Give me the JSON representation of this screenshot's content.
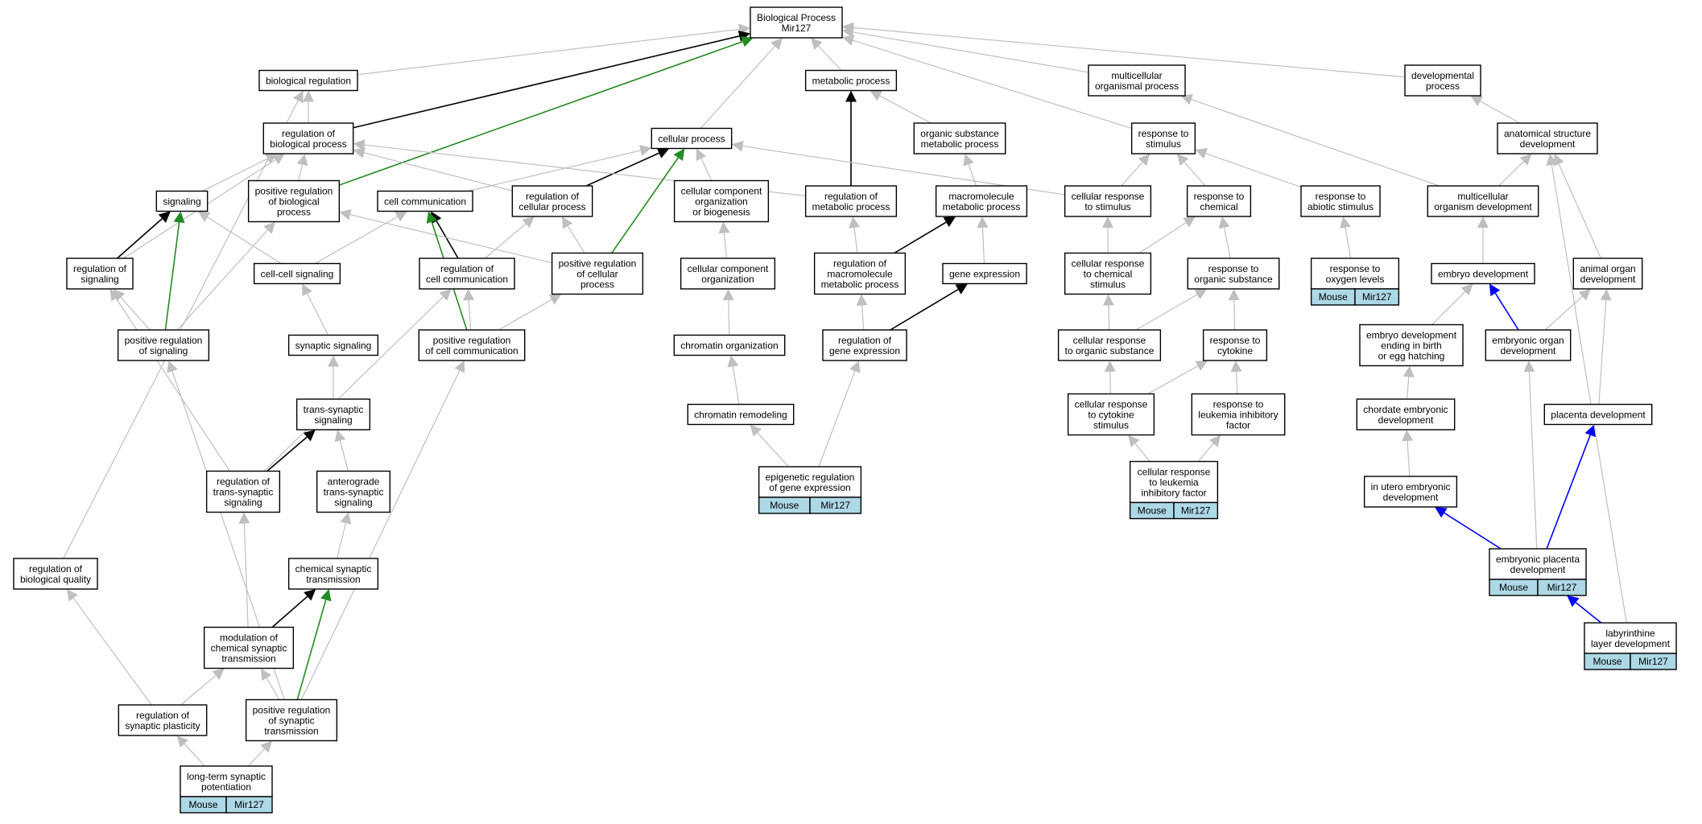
{
  "diagram": {
    "colors": {
      "gray": "#bfbfbf",
      "black": "#000000",
      "green": "#228b22",
      "blue": "#0000ff",
      "annotation_fill": "#add8e6"
    },
    "nodes": [
      {
        "id": "bp",
        "lines": [
          "Biological Process",
          "Mir127"
        ]
      },
      {
        "id": "bio_reg",
        "lines": [
          "biological regulation"
        ]
      },
      {
        "id": "metab",
        "lines": [
          "metabolic process"
        ]
      },
      {
        "id": "multi_org",
        "lines": [
          "multicellular",
          "organismal process"
        ]
      },
      {
        "id": "dev_proc",
        "lines": [
          "developmental",
          "process"
        ]
      },
      {
        "id": "reg_bio",
        "lines": [
          "regulation of",
          "biological process"
        ]
      },
      {
        "id": "cell_proc",
        "lines": [
          "cellular process"
        ]
      },
      {
        "id": "org_sub_met",
        "lines": [
          "organic substance",
          "metabolic process"
        ]
      },
      {
        "id": "resp_stim",
        "lines": [
          "response to",
          "stimulus"
        ]
      },
      {
        "id": "anat_dev",
        "lines": [
          "anatomical structure",
          "development"
        ]
      },
      {
        "id": "signaling",
        "lines": [
          "signaling"
        ]
      },
      {
        "id": "pos_reg_bio",
        "lines": [
          "positive regulation",
          "of biological",
          "process"
        ]
      },
      {
        "id": "cell_comm",
        "lines": [
          "cell communication"
        ]
      },
      {
        "id": "reg_cell_proc",
        "lines": [
          "regulation of",
          "cellular process"
        ]
      },
      {
        "id": "ccob",
        "lines": [
          "cellular component",
          "organization",
          "or biogenesis"
        ]
      },
      {
        "id": "reg_met",
        "lines": [
          "regulation of",
          "metabolic process"
        ]
      },
      {
        "id": "macro_met",
        "lines": [
          "macromolecule",
          "metabolic process"
        ]
      },
      {
        "id": "cell_resp_stim",
        "lines": [
          "cellular response",
          "to stimulus"
        ]
      },
      {
        "id": "resp_chem",
        "lines": [
          "response to",
          "chemical"
        ]
      },
      {
        "id": "resp_abiotic",
        "lines": [
          "response to",
          "abiotic stimulus"
        ]
      },
      {
        "id": "multi_org_dev",
        "lines": [
          "multicellular",
          "organism development"
        ]
      },
      {
        "id": "reg_sig",
        "lines": [
          "regulation of",
          "signaling"
        ]
      },
      {
        "id": "cc_sig",
        "lines": [
          "cell-cell signaling"
        ]
      },
      {
        "id": "reg_cc",
        "lines": [
          "regulation of",
          "cell communication"
        ]
      },
      {
        "id": "pos_reg_cell",
        "lines": [
          "positive regulation",
          "of cellular",
          "process"
        ]
      },
      {
        "id": "cco",
        "lines": [
          "cellular component",
          "organization"
        ]
      },
      {
        "id": "reg_macro",
        "lines": [
          "regulation of",
          "macromolecule",
          "metabolic process"
        ]
      },
      {
        "id": "gene_exp",
        "lines": [
          "gene expression"
        ]
      },
      {
        "id": "cell_resp_chem",
        "lines": [
          "cellular response",
          "to chemical",
          "stimulus"
        ]
      },
      {
        "id": "resp_org_sub",
        "lines": [
          "response to",
          "organic substance"
        ]
      },
      {
        "id": "resp_oxy",
        "lines": [
          "response to",
          "oxygen levels"
        ],
        "annot": [
          "Mouse",
          "Mir127"
        ]
      },
      {
        "id": "embryo_dev",
        "lines": [
          "embryo development"
        ]
      },
      {
        "id": "animal_organ",
        "lines": [
          "animal organ",
          "development"
        ]
      },
      {
        "id": "pos_reg_sig",
        "lines": [
          "positive regulation",
          "of signaling"
        ]
      },
      {
        "id": "syn_sig",
        "lines": [
          "synaptic signaling"
        ]
      },
      {
        "id": "pos_reg_cc",
        "lines": [
          "positive regulation",
          "of cell communication"
        ]
      },
      {
        "id": "chrom_org",
        "lines": [
          "chromatin organization"
        ]
      },
      {
        "id": "reg_gene_exp",
        "lines": [
          "regulation of",
          "gene expression"
        ]
      },
      {
        "id": "cell_resp_org",
        "lines": [
          "cellular response",
          "to organic substance"
        ]
      },
      {
        "id": "resp_cyto",
        "lines": [
          "response to",
          "cytokine"
        ]
      },
      {
        "id": "emb_dev_birth",
        "lines": [
          "embryo development",
          "ending in birth",
          "or egg hatching"
        ]
      },
      {
        "id": "emb_organ",
        "lines": [
          "embryonic organ",
          "development"
        ]
      },
      {
        "id": "trans_syn",
        "lines": [
          "trans-synaptic",
          "signaling"
        ]
      },
      {
        "id": "chrom_rem",
        "lines": [
          "chromatin remodeling"
        ]
      },
      {
        "id": "cell_resp_cyto",
        "lines": [
          "cellular response",
          "to cytokine",
          "stimulus"
        ]
      },
      {
        "id": "resp_lif",
        "lines": [
          "response to",
          "leukemia inhibitory",
          "factor"
        ]
      },
      {
        "id": "chordate_emb",
        "lines": [
          "chordate embryonic",
          "development"
        ]
      },
      {
        "id": "placenta_dev",
        "lines": [
          "placenta development"
        ]
      },
      {
        "id": "reg_trans_syn",
        "lines": [
          "regulation of",
          "trans-synaptic",
          "signaling"
        ]
      },
      {
        "id": "antero",
        "lines": [
          "anterograde",
          "trans-synaptic",
          "signaling"
        ]
      },
      {
        "id": "epi_reg",
        "lines": [
          "epigenetic regulation",
          "of gene expression"
        ],
        "annot": [
          "Mouse",
          "Mir127"
        ]
      },
      {
        "id": "cell_resp_lif",
        "lines": [
          "cellular response",
          "to leukemia",
          "inhibitory factor"
        ],
        "annot": [
          "Mouse",
          "Mir127"
        ]
      },
      {
        "id": "in_utero",
        "lines": [
          "in utero embryonic",
          "development"
        ]
      },
      {
        "id": "reg_bio_qual",
        "lines": [
          "regulation of",
          "biological quality"
        ]
      },
      {
        "id": "chem_syn",
        "lines": [
          "chemical synaptic",
          "transmission"
        ]
      },
      {
        "id": "emb_plac",
        "lines": [
          "embryonic placenta",
          "development"
        ],
        "annot": [
          "Mouse",
          "Mir127"
        ]
      },
      {
        "id": "mod_chem_syn",
        "lines": [
          "modulation of",
          "chemical synaptic",
          "transmission"
        ]
      },
      {
        "id": "laby",
        "lines": [
          "labyrinthine",
          "layer development"
        ],
        "annot": [
          "Mouse",
          "Mir127"
        ]
      },
      {
        "id": "reg_syn_plast",
        "lines": [
          "regulation of",
          "synaptic plasticity"
        ]
      },
      {
        "id": "pos_reg_syn",
        "lines": [
          "positive regulation",
          "of synaptic",
          "transmission"
        ]
      },
      {
        "id": "ltp",
        "lines": [
          "long-term synaptic",
          "potentiation"
        ],
        "annot": [
          "Mouse",
          "Mir127"
        ]
      }
    ],
    "edges": [
      {
        "from": "bio_reg",
        "to": "bp",
        "color": "gray"
      },
      {
        "from": "metab",
        "to": "bp",
        "color": "gray"
      },
      {
        "from": "multi_org",
        "to": "bp",
        "color": "gray"
      },
      {
        "from": "dev_proc",
        "to": "bp",
        "color": "gray"
      },
      {
        "from": "reg_bio",
        "to": "bio_reg",
        "color": "gray"
      },
      {
        "from": "reg_bio",
        "to": "bp",
        "color": "black"
      },
      {
        "from": "cell_proc",
        "to": "bp",
        "color": "gray"
      },
      {
        "from": "org_sub_met",
        "to": "metab",
        "color": "gray"
      },
      {
        "from": "resp_stim",
        "to": "bp",
        "color": "gray"
      },
      {
        "from": "anat_dev",
        "to": "dev_proc",
        "color": "gray"
      },
      {
        "from": "pos_reg_bio",
        "to": "bp",
        "color": "green"
      },
      {
        "from": "pos_reg_bio",
        "to": "reg_bio",
        "color": "gray"
      },
      {
        "from": "signaling",
        "to": "reg_bio",
        "color": "gray"
      },
      {
        "from": "cell_comm",
        "to": "cell_proc",
        "color": "gray"
      },
      {
        "from": "reg_cell_proc",
        "to": "reg_bio",
        "color": "gray"
      },
      {
        "from": "reg_cell_proc",
        "to": "cell_proc",
        "color": "black"
      },
      {
        "from": "ccob",
        "to": "cell_proc",
        "color": "gray"
      },
      {
        "from": "reg_met",
        "to": "reg_bio",
        "color": "gray"
      },
      {
        "from": "reg_met",
        "to": "metab",
        "color": "black"
      },
      {
        "from": "macro_met",
        "to": "org_sub_met",
        "color": "gray"
      },
      {
        "from": "cell_resp_stim",
        "to": "resp_stim",
        "color": "gray"
      },
      {
        "from": "cell_resp_stim",
        "to": "cell_proc",
        "color": "gray"
      },
      {
        "from": "resp_chem",
        "to": "resp_stim",
        "color": "gray"
      },
      {
        "from": "resp_abiotic",
        "to": "resp_stim",
        "color": "gray"
      },
      {
        "from": "multi_org_dev",
        "to": "multi_org",
        "color": "gray"
      },
      {
        "from": "multi_org_dev",
        "to": "anat_dev",
        "color": "gray"
      },
      {
        "from": "reg_sig",
        "to": "reg_bio",
        "color": "gray"
      },
      {
        "from": "reg_sig",
        "to": "signaling",
        "color": "black"
      },
      {
        "from": "cc_sig",
        "to": "signaling",
        "color": "gray"
      },
      {
        "from": "cc_sig",
        "to": "cell_comm",
        "color": "gray"
      },
      {
        "from": "reg_cc",
        "to": "cell_comm",
        "color": "black"
      },
      {
        "from": "reg_cc",
        "to": "reg_cell_proc",
        "color": "gray"
      },
      {
        "from": "pos_reg_cell",
        "to": "pos_reg_bio",
        "color": "gray"
      },
      {
        "from": "pos_reg_cell",
        "to": "reg_cell_proc",
        "color": "gray"
      },
      {
        "from": "pos_reg_cell",
        "to": "cell_proc",
        "color": "green"
      },
      {
        "from": "cco",
        "to": "ccob",
        "color": "gray"
      },
      {
        "from": "reg_macro",
        "to": "reg_met",
        "color": "gray"
      },
      {
        "from": "reg_macro",
        "to": "macro_met",
        "color": "black"
      },
      {
        "from": "gene_exp",
        "to": "macro_met",
        "color": "gray"
      },
      {
        "from": "cell_resp_chem",
        "to": "cell_resp_stim",
        "color": "gray"
      },
      {
        "from": "cell_resp_chem",
        "to": "resp_chem",
        "color": "gray"
      },
      {
        "from": "resp_org_sub",
        "to": "resp_chem",
        "color": "gray"
      },
      {
        "from": "resp_oxy",
        "to": "resp_abiotic",
        "color": "gray"
      },
      {
        "from": "embryo_dev",
        "to": "multi_org_dev",
        "color": "gray"
      },
      {
        "from": "animal_organ",
        "to": "anat_dev",
        "color": "gray"
      },
      {
        "from": "pos_reg_sig",
        "to": "reg_sig",
        "color": "gray"
      },
      {
        "from": "pos_reg_sig",
        "to": "signaling",
        "color": "green"
      },
      {
        "from": "pos_reg_sig",
        "to": "pos_reg_bio",
        "color": "gray"
      },
      {
        "from": "syn_sig",
        "to": "cc_sig",
        "color": "gray"
      },
      {
        "from": "pos_reg_cc",
        "to": "cell_comm",
        "color": "green"
      },
      {
        "from": "pos_reg_cc",
        "to": "reg_cc",
        "color": "gray"
      },
      {
        "from": "pos_reg_cc",
        "to": "pos_reg_cell",
        "color": "gray"
      },
      {
        "from": "chrom_org",
        "to": "cco",
        "color": "gray"
      },
      {
        "from": "reg_gene_exp",
        "to": "reg_macro",
        "color": "gray"
      },
      {
        "from": "reg_gene_exp",
        "to": "gene_exp",
        "color": "black"
      },
      {
        "from": "cell_resp_org",
        "to": "cell_resp_chem",
        "color": "gray"
      },
      {
        "from": "cell_resp_org",
        "to": "resp_org_sub",
        "color": "gray"
      },
      {
        "from": "resp_cyto",
        "to": "resp_org_sub",
        "color": "gray"
      },
      {
        "from": "emb_dev_birth",
        "to": "embryo_dev",
        "color": "gray"
      },
      {
        "from": "emb_organ",
        "to": "embryo_dev",
        "color": "blue"
      },
      {
        "from": "emb_organ",
        "to": "animal_organ",
        "color": "gray"
      },
      {
        "from": "trans_syn",
        "to": "syn_sig",
        "color": "gray"
      },
      {
        "from": "chrom_rem",
        "to": "chrom_org",
        "color": "gray"
      },
      {
        "from": "cell_resp_cyto",
        "to": "cell_resp_org",
        "color": "gray"
      },
      {
        "from": "cell_resp_cyto",
        "to": "resp_cyto",
        "color": "gray"
      },
      {
        "from": "resp_lif",
        "to": "resp_cyto",
        "color": "gray"
      },
      {
        "from": "chordate_emb",
        "to": "emb_dev_birth",
        "color": "gray"
      },
      {
        "from": "placenta_dev",
        "to": "animal_organ",
        "color": "gray"
      },
      {
        "from": "reg_trans_syn",
        "to": "reg_sig",
        "color": "gray"
      },
      {
        "from": "reg_trans_syn",
        "to": "trans_syn",
        "color": "black"
      },
      {
        "from": "reg_trans_syn",
        "to": "reg_cc",
        "color": "gray"
      },
      {
        "from": "antero",
        "to": "trans_syn",
        "color": "gray"
      },
      {
        "from": "epi_reg",
        "to": "chrom_rem",
        "color": "gray"
      },
      {
        "from": "epi_reg",
        "to": "reg_gene_exp",
        "color": "gray"
      },
      {
        "from": "cell_resp_lif",
        "to": "cell_resp_cyto",
        "color": "gray"
      },
      {
        "from": "cell_resp_lif",
        "to": "resp_lif",
        "color": "gray"
      },
      {
        "from": "in_utero",
        "to": "chordate_emb",
        "color": "gray"
      },
      {
        "from": "reg_bio_qual",
        "to": "bio_reg",
        "color": "gray"
      },
      {
        "from": "chem_syn",
        "to": "antero",
        "color": "gray"
      },
      {
        "from": "emb_plac",
        "to": "in_utero",
        "color": "blue"
      },
      {
        "from": "emb_plac",
        "to": "placenta_dev",
        "color": "blue"
      },
      {
        "from": "emb_plac",
        "to": "emb_organ",
        "color": "gray"
      },
      {
        "from": "mod_chem_syn",
        "to": "reg_trans_syn",
        "color": "gray"
      },
      {
        "from": "mod_chem_syn",
        "to": "chem_syn",
        "color": "black"
      },
      {
        "from": "laby",
        "to": "emb_plac",
        "color": "blue"
      },
      {
        "from": "laby",
        "to": "anat_dev",
        "color": "gray"
      },
      {
        "from": "reg_syn_plast",
        "to": "reg_bio_qual",
        "color": "gray"
      },
      {
        "from": "reg_syn_plast",
        "to": "mod_chem_syn",
        "color": "gray"
      },
      {
        "from": "pos_reg_syn",
        "to": "mod_chem_syn",
        "color": "gray"
      },
      {
        "from": "pos_reg_syn",
        "to": "chem_syn",
        "color": "green"
      },
      {
        "from": "pos_reg_syn",
        "to": "pos_reg_sig",
        "color": "gray"
      },
      {
        "from": "pos_reg_syn",
        "to": "pos_reg_cc",
        "color": "gray"
      },
      {
        "from": "ltp",
        "to": "reg_syn_plast",
        "color": "gray"
      },
      {
        "from": "ltp",
        "to": "pos_reg_syn",
        "color": "gray"
      }
    ]
  }
}
